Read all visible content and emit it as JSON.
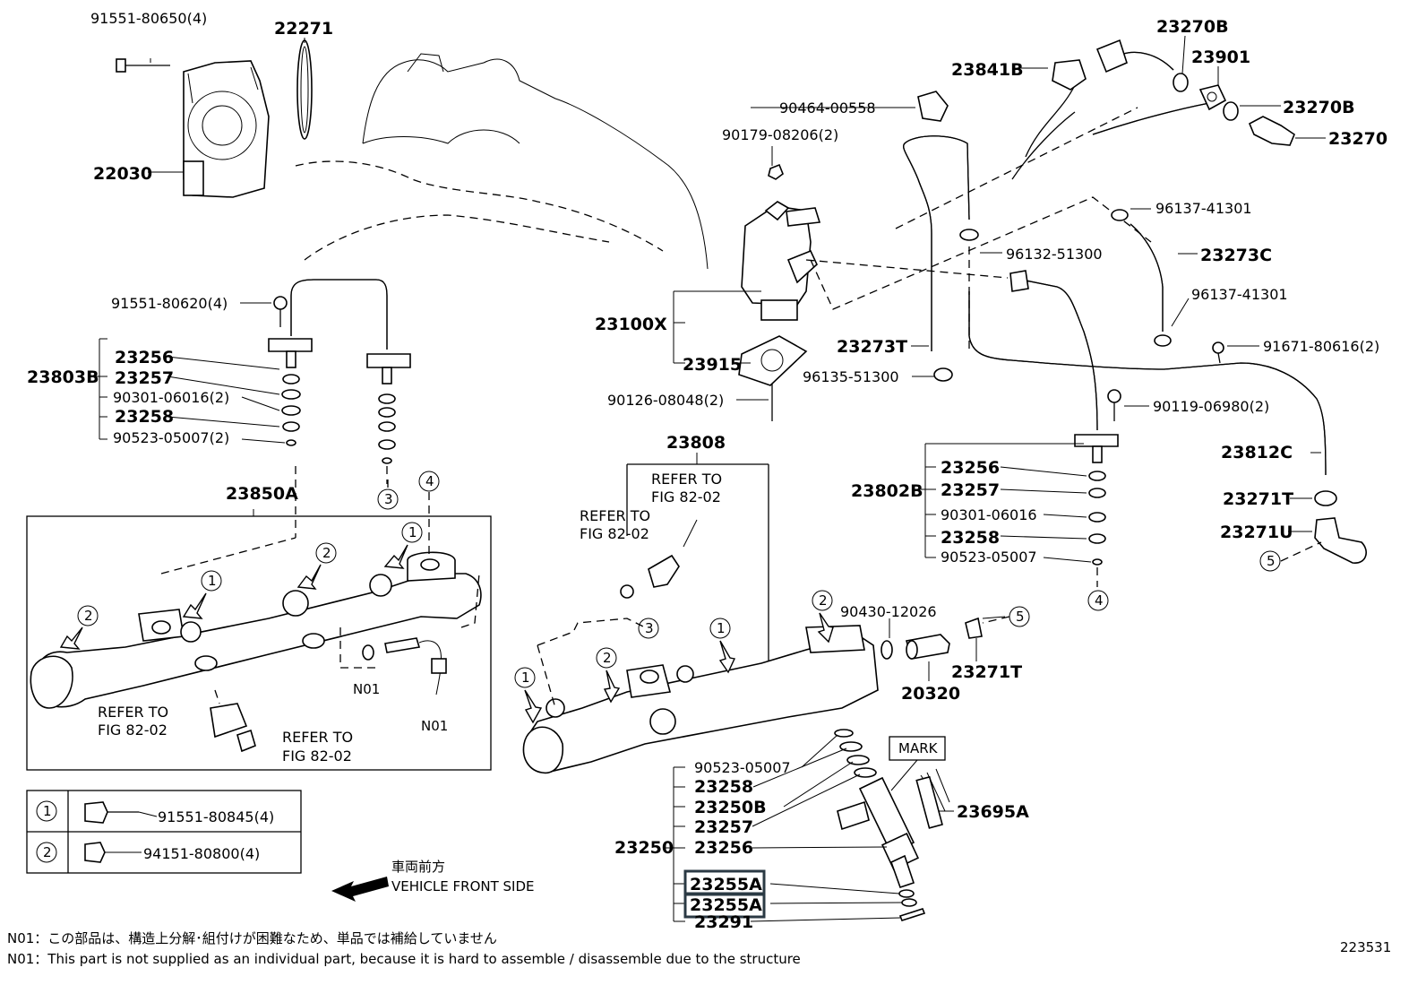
{
  "parts": {
    "p91551_80650": "91551-80650(4)",
    "p22271": "22271",
    "p22030": "22030",
    "p91551_80620": "91551-80620(4)",
    "p23803B": "23803B",
    "l_23256": "23256",
    "l_23257": "23257",
    "l_90301_2": "90301-06016(2)",
    "l_23258": "23258",
    "l_90523_2": "90523-05007(2)",
    "p23850A": "23850A",
    "p23270B_top": "23270B",
    "p23841B": "23841B",
    "p23901": "23901",
    "p23270B_right": "23270B",
    "p23270": "23270",
    "p90464": "90464-00558",
    "p90179": "90179-08206(2)",
    "p96137_a": "96137-41301",
    "p96132": "96132-51300",
    "p23273C": "23273C",
    "p96137_b": "96137-41301",
    "p23100X": "23100X",
    "p23273T": "23273T",
    "p91671": "91671-80616(2)",
    "p23915": "23915",
    "p96135": "96135-51300",
    "p90126": "90126-08048(2)",
    "p90119": "90119-06980(2)",
    "p23812C": "23812C",
    "p23808": "23808",
    "p23802B": "23802B",
    "r_23256": "23256",
    "r_23257": "23257",
    "r_90301": "90301-06016",
    "r_23258": "23258",
    "r_90523": "90523-05007",
    "p23271T_a": "23271T",
    "p23271U": "23271U",
    "p90430": "90430-12026",
    "p20320": "20320",
    "p23271T_b": "23271T",
    "p90523_inj": "90523-05007",
    "p23258_inj": "23258",
    "p23250B": "23250B",
    "p23257_inj": "23257",
    "p23250": "23250",
    "p23256_inj": "23256",
    "p23255A_1": "23255A",
    "p23255A_2": "23255A",
    "p23291": "23291",
    "p23695A": "23695A",
    "mark": "MARK"
  },
  "refer": {
    "r1a": "REFER TO",
    "r1b": "FIG 82-02",
    "r2a": "REFER TO",
    "r2b": "FIG 82-02",
    "r3a": "REFER TO",
    "r3b": "FIG 82-02",
    "r4a": "REFER TO",
    "r4b": "FIG 82-02"
  },
  "n01": {
    "n01_a": "N01",
    "n01_b": "N01"
  },
  "callouts": {
    "c1": "1",
    "c2": "2",
    "c3": "3",
    "c4": "4",
    "c5": "5"
  },
  "legend": {
    "row1_num": "1",
    "row1_part": "91551-80845(4)",
    "row2_num": "2",
    "row2_part": "94151-80800(4)"
  },
  "direction": {
    "jp": "車両前方",
    "en": "VEHICLE FRONT SIDE"
  },
  "footnotes": {
    "jp": "N01：この部品は、構造上分解･組付けが困難なため、単品では補給していません",
    "en": "N01：This part is not supplied as an individual part, because it is hard to assemble / disassemble due to the structure"
  },
  "figure_number": "223531"
}
